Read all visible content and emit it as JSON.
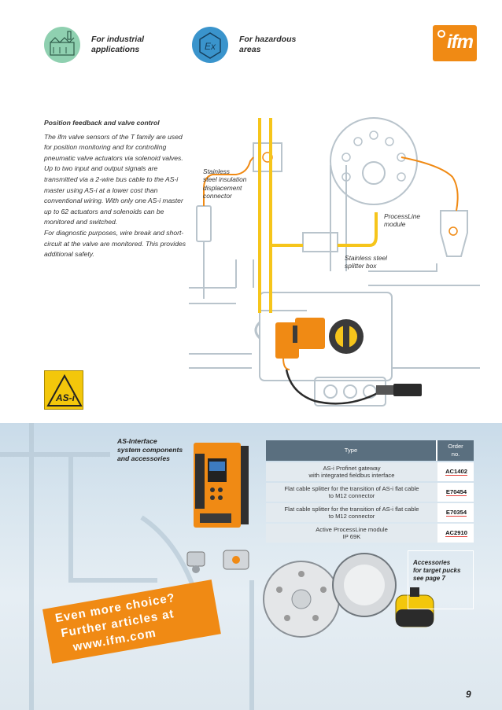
{
  "header": {
    "industrial_label": "For industrial\napplications",
    "hazardous_label": "For hazardous\nareas",
    "logo_text": "ifm"
  },
  "intro": {
    "title": "Position feedback and valve control",
    "p1": "The ifm valve sensors of the T family are used for position monitoring and for controlling pneumatic valve actuators via solenoid valves.",
    "p2": "Up to two input and output signals are transmitted via a 2-wire bus cable to the AS-i master using AS-i at a lower cost than conventional wiring. With only one AS-i master up to 62 actuators and solenoids can be monitored and switched.",
    "p3": "For diagnostic purposes, wire break and short-circuit at the valve are monitored. This provides additional safety."
  },
  "diagram": {
    "callout_connector": "Stainless\nsteel insulation\ndisplacement\nconnector",
    "callout_processline": "ProcessLine\nmodule",
    "callout_splitter": "Stainless steel\nsplitter box",
    "asi_logo_text": "AS-i"
  },
  "accessories": {
    "title": "AS-Interface\nsystem components\nand accessories",
    "columns": [
      "Type",
      "Order\nno."
    ],
    "rows": [
      {
        "type": "AS-i Profinet gateway\nwith integrated fieldbus interface",
        "order": "AC1402"
      },
      {
        "type": "Flat cable splitter for the transition of AS-i flat cable\nto M12 connector",
        "order": "E70454"
      },
      {
        "type": "Flat cable splitter for the transition of AS-i flat cable\nto M12 connector",
        "order": "E70354"
      },
      {
        "type": "Active ProcessLine module\nIP 69K",
        "order": "AC2910"
      }
    ],
    "note": "Accessories\nfor target pucks\nsee page 7"
  },
  "promo": {
    "line1": "Even more choice?",
    "line2": "Further articles at",
    "line3": "www.ifm.com"
  },
  "page_number": "9",
  "colors": {
    "accent_orange": "#f08a14",
    "cable_yellow": "#f6c51b",
    "table_header": "#5a6f7f"
  }
}
